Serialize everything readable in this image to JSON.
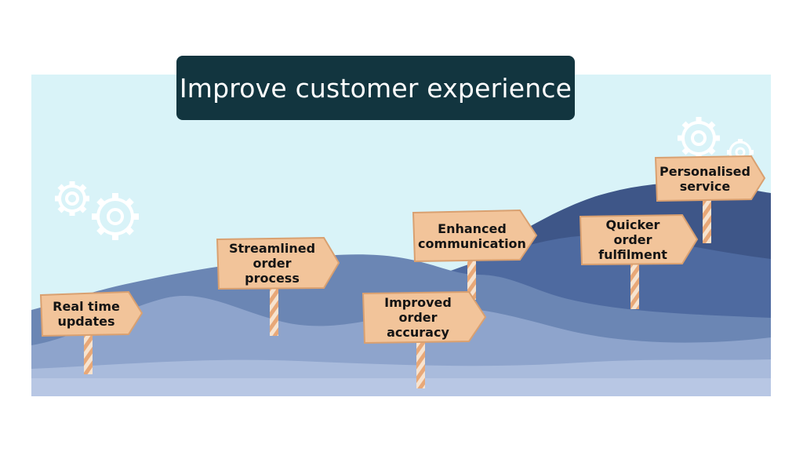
{
  "title": "Improve customer experience",
  "signposts": [
    {
      "label": "Real time\nupdates"
    },
    {
      "label": "Streamlined\norder\nprocess"
    },
    {
      "label": "Improved\norder\naccuracy"
    },
    {
      "label": "Enhanced\ncommunication"
    },
    {
      "label": "Quicker\norder\nfulfilment"
    },
    {
      "label": "Personalised\nservice"
    }
  ],
  "colors": {
    "title_bg": "#12353f",
    "sky": "#d9f3f8",
    "sign_wood": "#f2c49a",
    "sign_edge": "#d9a070",
    "post_stripe": "#e8a878",
    "hill_dark": "#3e5688",
    "hill_mid": "#6b86b4",
    "hill_light": "#9fb4d8"
  }
}
